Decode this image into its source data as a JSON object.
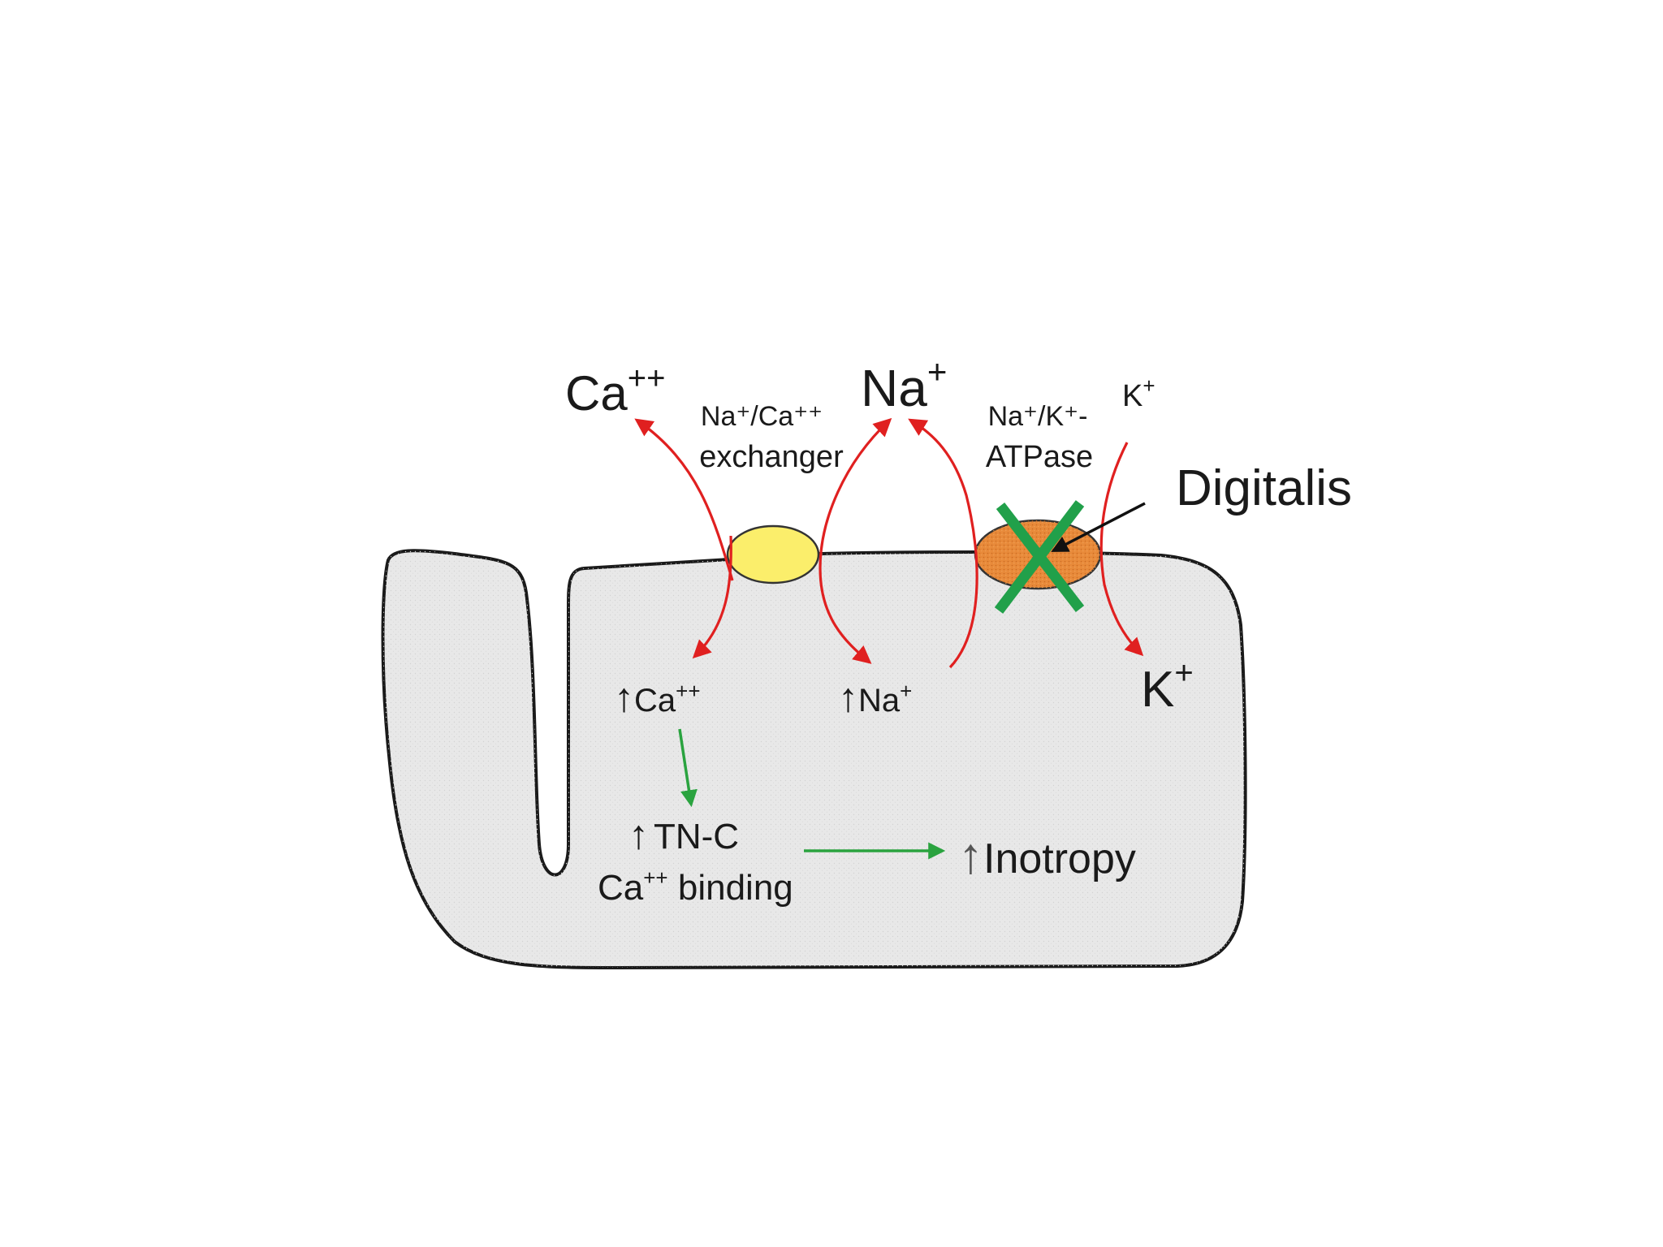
{
  "colors": {
    "background": "#ffffff",
    "cell_fill": "#e8e8e8",
    "cell_outline": "#1a1a1a",
    "exchanger_fill": "#fbee6b",
    "atpase_fill": "#e88a3a",
    "ion_flow_arrow": "#e02020",
    "effect_arrow": "#2aa33f",
    "inhibition_x": "#21a04a",
    "pointer_arrow": "#111111",
    "text": "#1a1a1a"
  },
  "icons": {
    "inhibition": "green-x-mark",
    "increase": "up-arrow"
  },
  "extracellular": {
    "ca": {
      "base": "Ca",
      "charge": "++"
    },
    "na": {
      "base": "Na",
      "charge": "+"
    },
    "k": {
      "base": "K",
      "charge": "+"
    }
  },
  "transporters": {
    "exchanger": {
      "line1": "Na⁺/Ca⁺⁺",
      "line2": "exchanger"
    },
    "atpase": {
      "line1": "Na⁺/K⁺-",
      "line2": "ATPase"
    }
  },
  "drug": {
    "label": "Digitalis"
  },
  "intracellular": {
    "up_arrow": "↑",
    "ca": {
      "base": "Ca",
      "charge": "++"
    },
    "na": {
      "base": "Na",
      "charge": "+"
    },
    "k": {
      "base": "K",
      "charge": "+"
    },
    "tnc": {
      "line1": "TN-C",
      "line2_base": "Ca",
      "line2_charge": "++",
      "line2_rest": " binding"
    },
    "inotropy": "Inotropy"
  }
}
